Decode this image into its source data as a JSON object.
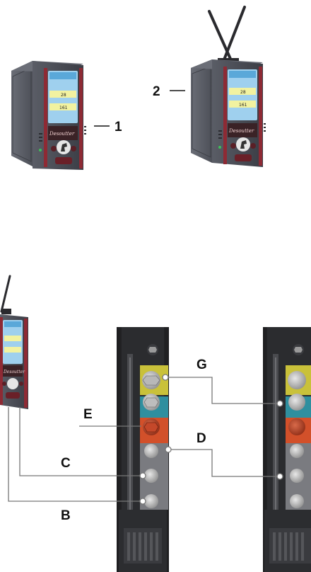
{
  "figure": {
    "callouts": {
      "device_1": "1",
      "device_2": "2",
      "port_b": "B",
      "port_c": "C",
      "port_d": "D",
      "port_e": "E",
      "port_g": "G"
    },
    "screen": {
      "reading_1": "28",
      "reading_2": "161",
      "brand": "Desoutter"
    },
    "colors": {
      "device_body": "#4a4c55",
      "device_trim": "#8e2a34",
      "screen": "#9fd0ee",
      "port_yellow": "#c9c13a",
      "port_teal": "#2f8f9f",
      "port_orange": "#d2502a",
      "rail": "#2a2a2c"
    }
  }
}
